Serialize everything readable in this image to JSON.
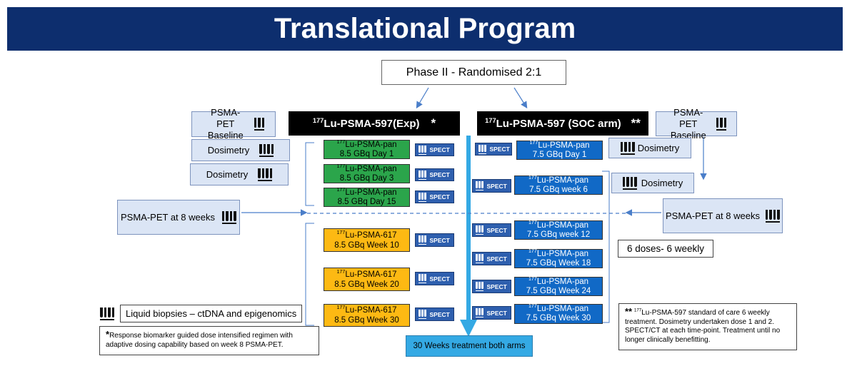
{
  "title": "Translational Program",
  "phase": "Phase II - Randomised 2:1",
  "arms": {
    "exp": {
      "prefix": "177",
      "label": "Lu-PSMA-597(Exp)",
      "mark": "*"
    },
    "soc": {
      "prefix": "177",
      "label": "Lu-PSMA-597 (SOC arm)",
      "mark": "**"
    }
  },
  "left_side": {
    "pet_baseline": "PSMA-PET Baseline",
    "dosimetry_1": "Dosimetry",
    "dosimetry_2": "Dosimetry",
    "pet_8_weeks": "PSMA-PET at 8 weeks"
  },
  "right_side": {
    "pet_baseline": "PSMA-PET Baseline",
    "dosimetry_1": "Dosimetry",
    "dosimetry_2": "Dosimetry",
    "pet_8_weeks": "PSMA-PET at 8 weeks"
  },
  "exp_green": [
    {
      "prefix": "177",
      "name": "Lu-PSMA-pan",
      "dose": "8.5 GBq Day 1"
    },
    {
      "prefix": "177",
      "name": "Lu-PSMA-pan",
      "dose": "8.5 GBq Day 3"
    },
    {
      "prefix": "177",
      "name": "Lu-PSMA-pan",
      "dose": "8.5 GBq Day 15"
    }
  ],
  "exp_orange": [
    {
      "prefix": "177",
      "name": "Lu-PSMA-617",
      "dose": "8.5 GBq Week 10"
    },
    {
      "prefix": "177",
      "name": "Lu-PSMA-617",
      "dose": "8.5 GBq Week 20"
    },
    {
      "prefix": "177",
      "name": "Lu-PSMA-617",
      "dose": "8.5 GBq Week 30"
    }
  ],
  "soc_blue": [
    {
      "prefix": "177",
      "name": "Lu-PSMA-pan",
      "dose": "7.5 GBq Day 1"
    },
    {
      "prefix": "177",
      "name": "Lu-PSMA-pan",
      "dose": "7.5 GBq week 6"
    },
    {
      "prefix": "177",
      "name": "Lu-PSMA-pan",
      "dose": "7.5 GBq week 12"
    },
    {
      "prefix": "177",
      "name": "Lu-PSMA-pan",
      "dose": "7.5 GBq Week 18"
    },
    {
      "prefix": "177",
      "name": "Lu-PSMA-pan",
      "dose": "7.5 GBq Week 24"
    },
    {
      "prefix": "177",
      "name": "Lu-PSMA-pan",
      "dose": "7.5 GBq Week 30"
    }
  ],
  "spect_label": "SPECT",
  "six_doses": "6 doses- 6 weekly",
  "legend": "Liquid biopsies – ctDNA and epigenomics",
  "footnote_exp": {
    "mark": "*",
    "text": "Response biomarker guided dose intensified regimen with adaptive dosing capability based on week 8 PSMA-PET."
  },
  "timeline": "30 Weeks treatment both arms",
  "footnote_soc": {
    "mark": "**",
    "prefix": "177",
    "text": "Lu-PSMA-597 standard of care 6 weekly treatment. Dosimetry undertaken dose 1 and 2. SPECT/CT at each time-point. Treatment until no longer clinically benefitting."
  },
  "colors": {
    "title_bg": "#0d2e6e",
    "green": "#2ba54b",
    "orange": "#fdb913",
    "blue": "#1169c6",
    "spect": "#2e5fae",
    "pale": "#dbe5f5",
    "timeline": "#34a9e4"
  },
  "icons": {
    "blood_tube": "test-tubes-icon",
    "arrow": "arrow-icon"
  }
}
